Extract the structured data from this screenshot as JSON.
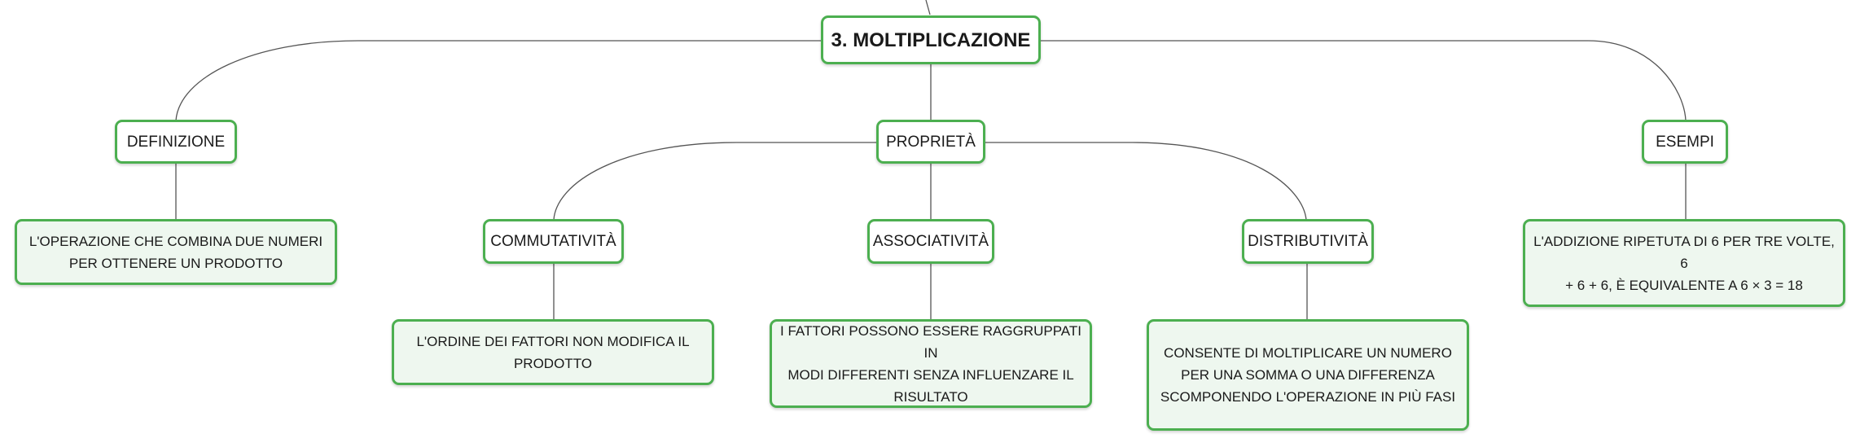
{
  "map": {
    "root": {
      "label": "3. MOLTIPLICAZIONE"
    },
    "definizione": {
      "label": "DEFINIZIONE",
      "detail": "L'OPERAZIONE CHE COMBINA DUE NUMERI\nPER OTTENERE UN PRODOTTO"
    },
    "proprieta": {
      "label": "PROPRIETÀ",
      "commutativita": {
        "label": "COMMUTATIVITÀ",
        "detail": "L'ORDINE DEI FATTORI NON MODIFICA IL\nPRODOTTO"
      },
      "associativita": {
        "label": "ASSOCIATIVITÀ",
        "detail": "I FATTORI POSSONO ESSERE RAGGRUPPATI IN\nMODI DIFFERENTI SENZA INFLUENZARE IL\nRISULTATO"
      },
      "distributivita": {
        "label": "DISTRIBUTIVITÀ",
        "detail": "CONSENTE DI MOLTIPLICARE UN NUMERO\nPER UNA SOMMA O UNA DIFFERENZA\nSCOMPONENDO L'OPERAZIONE IN PIÙ FASI"
      }
    },
    "esempi": {
      "label": "ESEMPI",
      "detail": "L'ADDIZIONE RIPETUTA DI 6 PER TRE VOLTE, 6\n+ 6 + 6, È EQUIVALENTE A 6 × 3 = 18"
    }
  },
  "colors": {
    "node_border": "#4caf50",
    "leaf_fill": "#eef7ef",
    "connector": "#555555"
  }
}
